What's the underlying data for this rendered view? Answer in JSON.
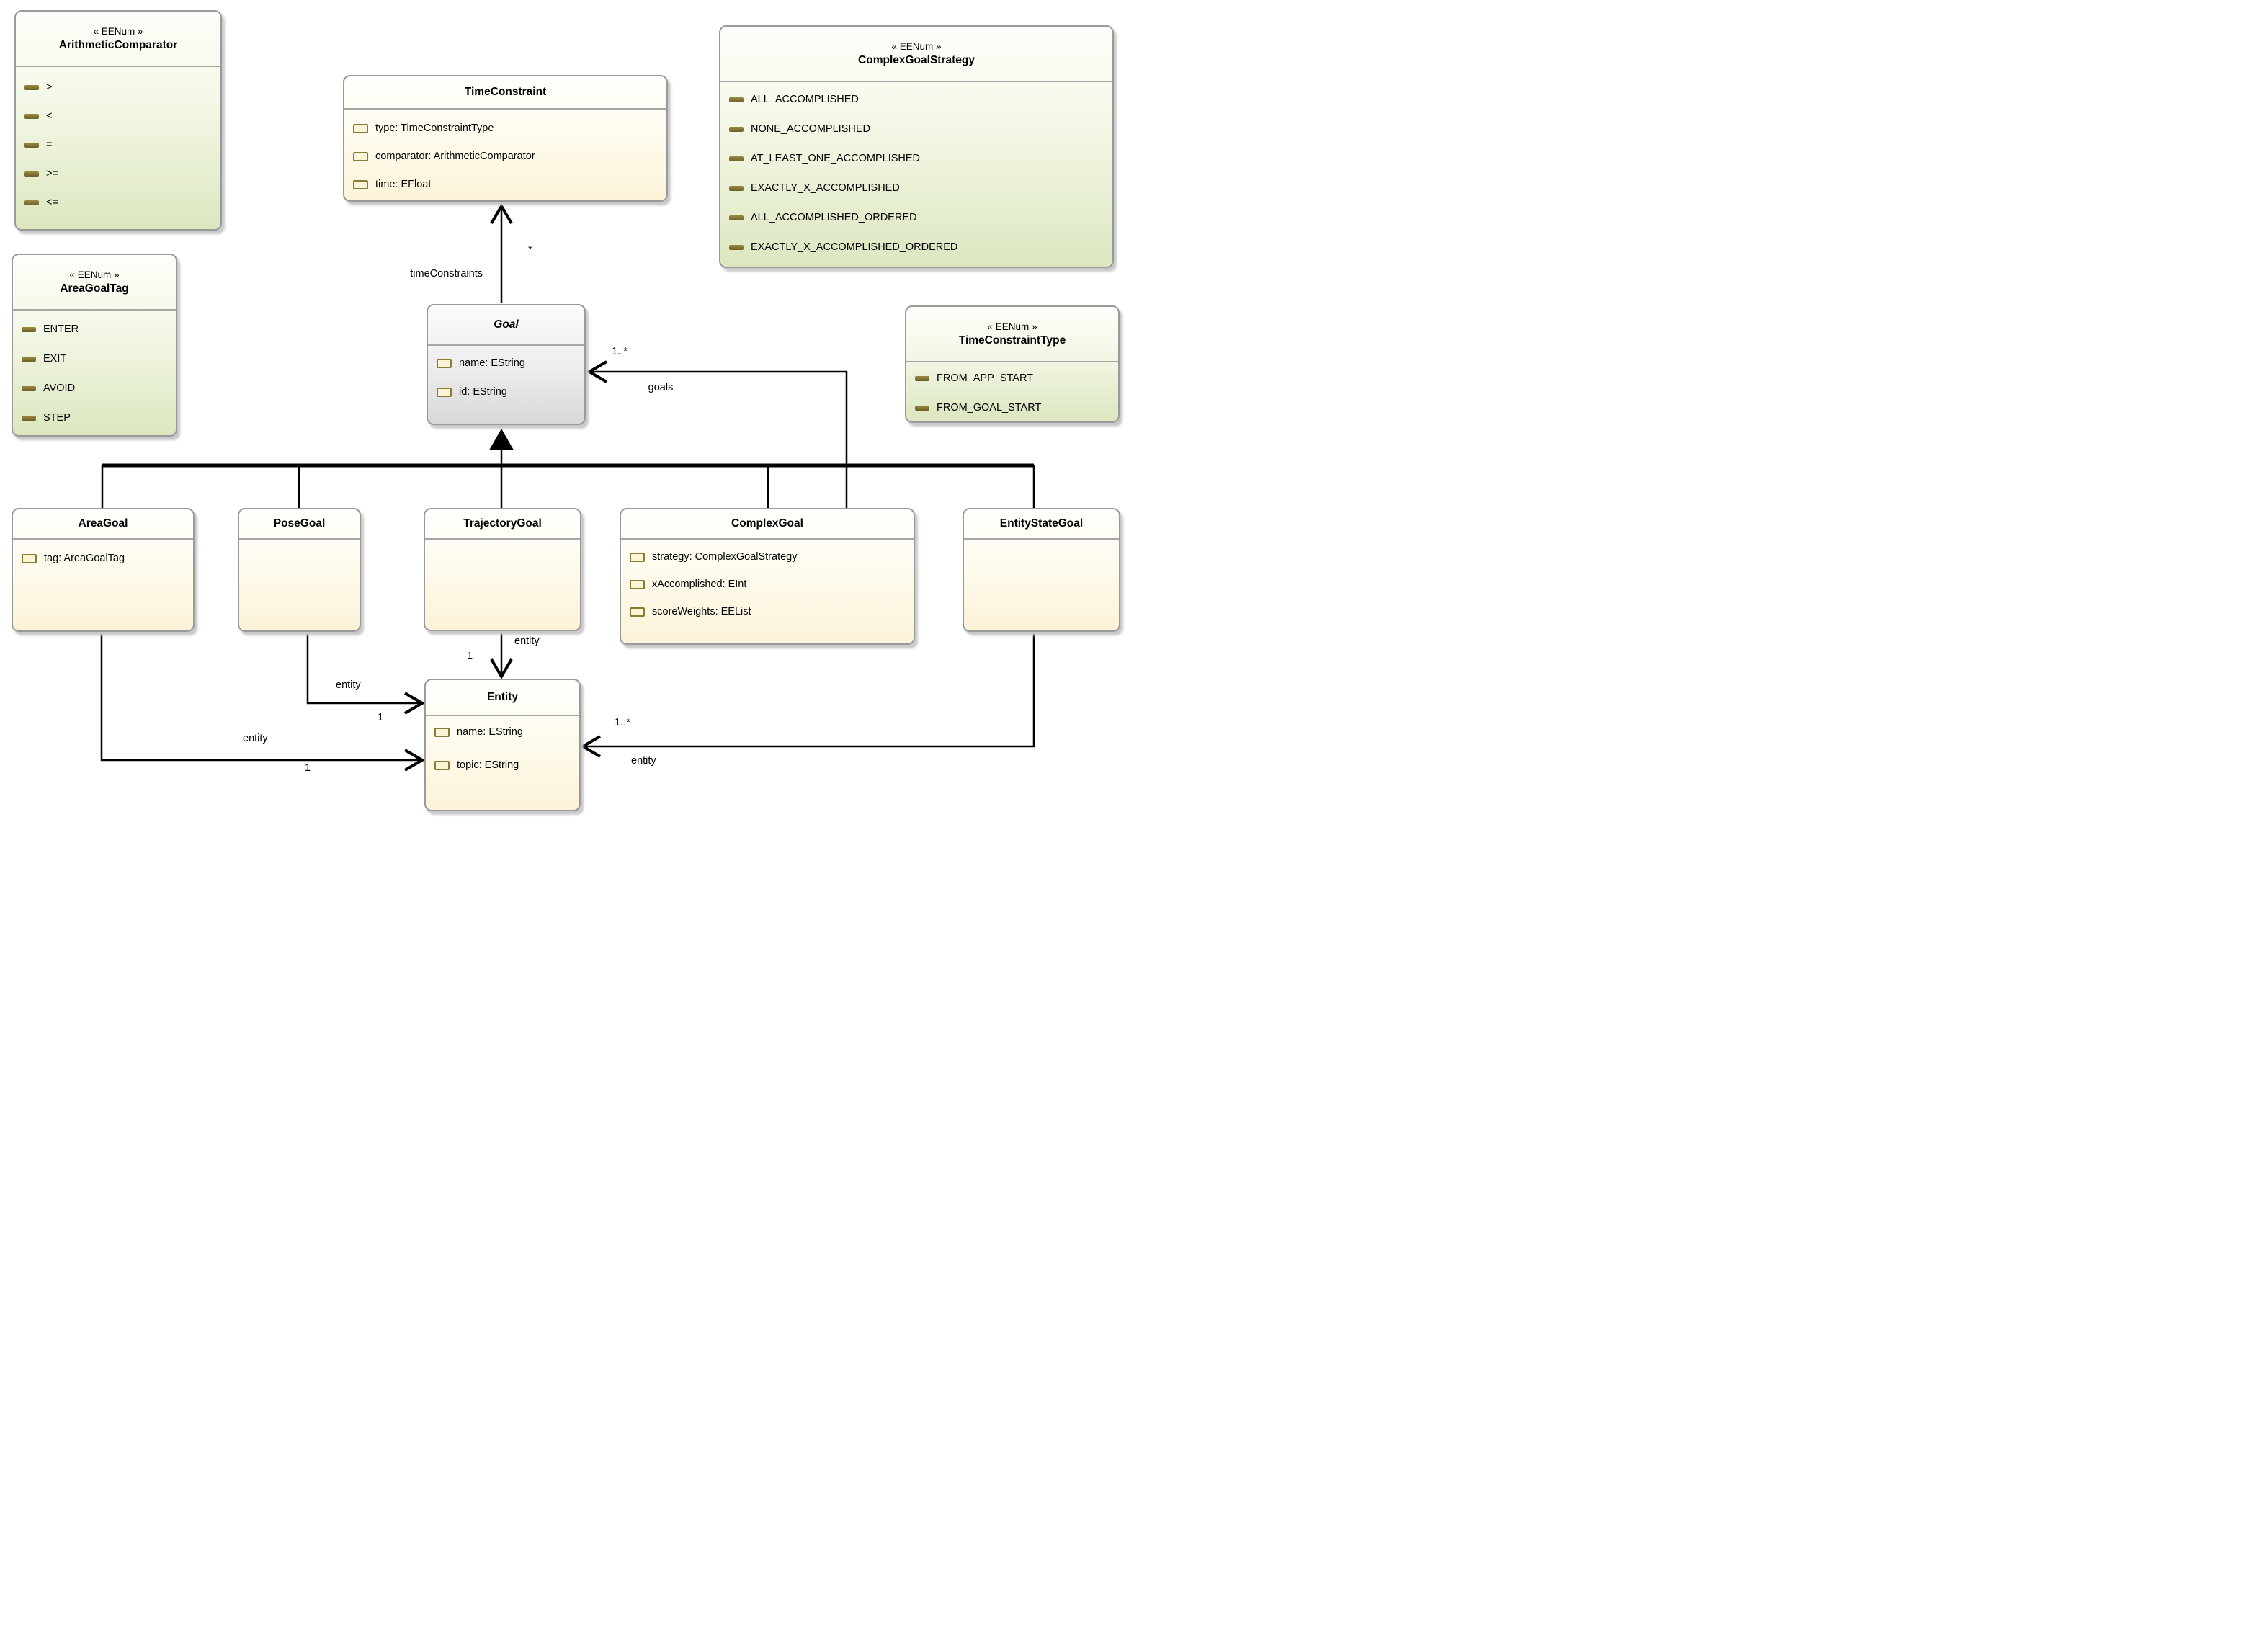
{
  "diagram": {
    "stereotype": "« EENum »",
    "colors": {
      "enum_fill_top": "#fdfefa",
      "enum_fill_bottom": "#dce7c0",
      "class_fill_top": "#fffffd",
      "class_fill_bottom": "#fcf3d8",
      "abstract_fill_top": "#fbfbfb",
      "abstract_fill_bottom": "#d8d8d8",
      "node_border": "#9a9a9a",
      "separator": "#a6a6a6",
      "icon_olive": "#8a7a33",
      "edge": "#000000",
      "shadow": "#c8c8c8"
    },
    "enums": {
      "arithmeticComparator": {
        "name": "ArithmeticComparator",
        "literals": [
          ">",
          "<",
          "=",
          ">=",
          "<="
        ]
      },
      "areaGoalTag": {
        "name": "AreaGoalTag",
        "literals": [
          "ENTER",
          "EXIT",
          "AVOID",
          "STEP"
        ]
      },
      "complexGoalStrategy": {
        "name": "ComplexGoalStrategy",
        "literals": [
          "ALL_ACCOMPLISHED",
          "NONE_ACCOMPLISHED",
          "AT_LEAST_ONE_ACCOMPLISHED",
          "EXACTLY_X_ACCOMPLISHED",
          "ALL_ACCOMPLISHED_ORDERED",
          "EXACTLY_X_ACCOMPLISHED_ORDERED"
        ]
      },
      "timeConstraintType": {
        "name": "TimeConstraintType",
        "literals": [
          "FROM_APP_START",
          "FROM_GOAL_START"
        ]
      }
    },
    "classes": {
      "timeConstraint": {
        "name": "TimeConstraint",
        "attributes": [
          "type: TimeConstraintType",
          "comparator: ArithmeticComparator",
          "time: EFloat"
        ]
      },
      "goal": {
        "name": "Goal",
        "abstract": true,
        "attributes": [
          "name: EString",
          "id: EString"
        ]
      },
      "areaGoal": {
        "name": "AreaGoal",
        "attributes": [
          "tag: AreaGoalTag"
        ]
      },
      "poseGoal": {
        "name": "PoseGoal",
        "attributes": []
      },
      "trajectoryGoal": {
        "name": "TrajectoryGoal",
        "attributes": []
      },
      "complexGoal": {
        "name": "ComplexGoal",
        "attributes": [
          "strategy: ComplexGoalStrategy",
          "xAccomplished: EInt",
          "scoreWeights: EEList"
        ]
      },
      "entityStateGoal": {
        "name": "EntityStateGoal",
        "attributes": []
      },
      "entity": {
        "name": "Entity",
        "attributes": [
          "name: EString",
          "topic: EString"
        ]
      }
    },
    "edges": {
      "timeConstraints": {
        "name": "timeConstraints",
        "multiplicity": "*"
      },
      "goals": {
        "name": "goals",
        "multiplicity": "1..*"
      },
      "trajectoryEntity": {
        "name": "entity",
        "multiplicity": "1"
      },
      "poseEntity": {
        "name": "entity",
        "multiplicity": "1"
      },
      "areaEntity": {
        "name": "entity",
        "multiplicity": "1"
      },
      "entityStateEntity": {
        "name": "entity",
        "multiplicity": "1..*"
      }
    }
  }
}
